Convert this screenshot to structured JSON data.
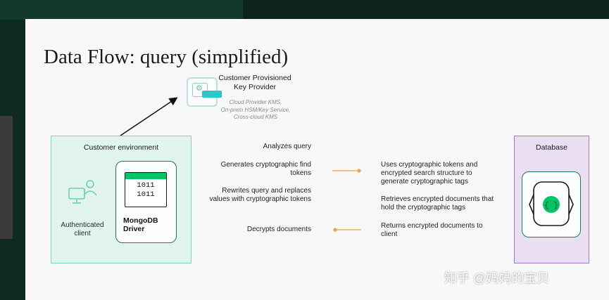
{
  "slide": {
    "title": "Data Flow: query (simplified)"
  },
  "key_provider": {
    "title_lines": [
      "Customer Provisioned",
      "Key Provider"
    ],
    "subtitle_lines": [
      "Cloud Provider KMS,",
      "On-prem HSM/Key Service,",
      "Cross-cloud KMS"
    ],
    "icon": "key-provider-icon"
  },
  "customer_env": {
    "title": "Customer environment",
    "client_label_lines": [
      "Authenticated",
      "client"
    ],
    "client_icon": "user-desktop-icon",
    "driver_bits": "1011\n1011",
    "driver_label_lines": [
      "MongoDB",
      "Driver"
    ]
  },
  "flow": {
    "left": [
      [
        "Analyzes query"
      ],
      [
        "Generates cryptographic find",
        "tokens"
      ],
      [
        "Rewrites query and replaces",
        "values with cryptographic tokens"
      ],
      [
        "Decrypts documents"
      ]
    ],
    "right": [
      [
        "Uses cryptographic tokens and",
        "encrypted search structure to",
        "generate cryptographic tags"
      ],
      [
        "Retrieves encrypted documents that",
        "hold the cryptographic tags"
      ],
      [
        "Returns encrypted documents to",
        "client"
      ]
    ]
  },
  "database": {
    "title": "Database",
    "icon": "database-braces-icon"
  },
  "colors": {
    "arrow": "#f0a14a",
    "env_fill": "#e1f5ee",
    "db_fill": "#eadff2",
    "mongo_green": "#00c466"
  },
  "watermark": "知乎 @妈妈的宝贝"
}
